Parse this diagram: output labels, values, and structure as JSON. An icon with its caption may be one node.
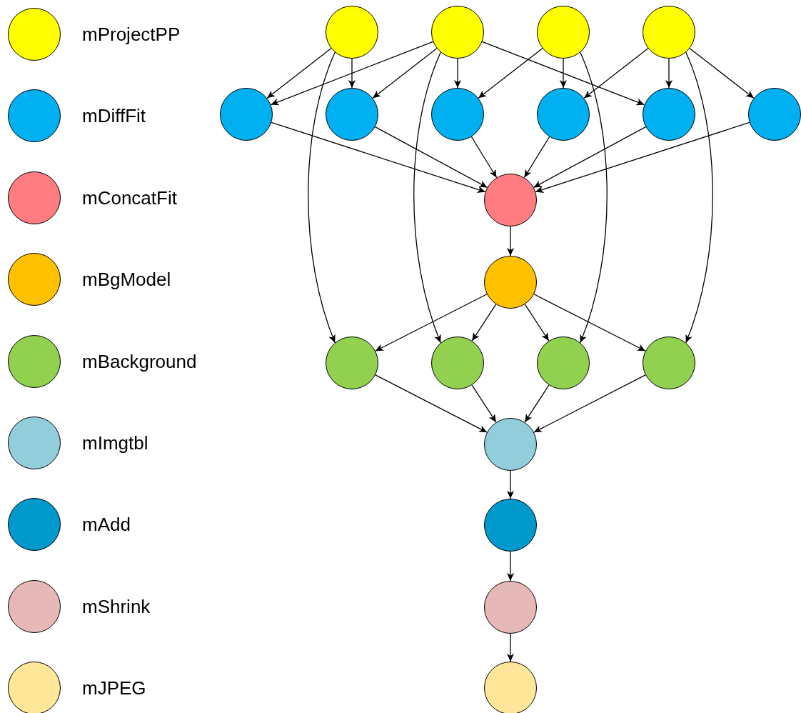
{
  "diagram": {
    "nodes": [
      {
        "text": [],
        "shape": "circle"
      },
      {
        "text": [],
        "shape": "circle"
      },
      {
        "text": [],
        "shape": "circle"
      },
      {
        "text": [],
        "shape": "circle"
      },
      {
        "text": [],
        "shape": "circle"
      },
      {
        "text": [],
        "shape": "circle"
      },
      {
        "text": [],
        "shape": "circle"
      },
      {
        "text": [],
        "shape": "circle"
      },
      {
        "text": [],
        "shape": "circle"
      },
      {
        "text": [],
        "shape": "circle"
      },
      {
        "text": [],
        "shape": "circle"
      },
      {
        "text": [],
        "shape": "circle"
      },
      {
        "text": [],
        "shape": "circle"
      },
      {
        "text": [],
        "shape": "circle"
      },
      {
        "text": [],
        "shape": "circle"
      },
      {
        "text": [],
        "shape": "circle"
      },
      {
        "text": [],
        "shape": "circle"
      },
      {
        "text": [],
        "shape": "circle"
      },
      {
        "text": [],
        "shape": "circle"
      },
      {
        "text": [],
        "shape": "circle"
      }
    ],
    "edges": [
      {
        "from": 0,
        "to": 4,
        "arrow": "to"
      },
      {
        "from": 0,
        "to": 5,
        "arrow": "to"
      },
      {
        "from": 1,
        "to": 4,
        "arrow": "to"
      },
      {
        "from": 1,
        "to": 5,
        "arrow": "to"
      },
      {
        "from": 1,
        "to": 6,
        "arrow": "to"
      },
      {
        "from": 1,
        "to": 8,
        "arrow": "to"
      },
      {
        "from": 2,
        "to": 6,
        "arrow": "to"
      },
      {
        "from": 2,
        "to": 7,
        "arrow": "to"
      },
      {
        "from": 3,
        "to": 7,
        "arrow": "to"
      },
      {
        "from": 3,
        "to": 8,
        "arrow": "to"
      },
      {
        "from": 3,
        "to": 9,
        "arrow": "to"
      },
      {
        "from": 0,
        "to": 12,
        "arrow": "to"
      },
      {
        "from": 1,
        "to": 13,
        "arrow": "to"
      },
      {
        "from": 2,
        "to": 14,
        "arrow": "to"
      },
      {
        "from": 3,
        "to": 15,
        "arrow": "to"
      },
      {
        "from": 4,
        "to": 10,
        "arrow": "to"
      },
      {
        "from": 5,
        "to": 10,
        "arrow": "to"
      },
      {
        "from": 6,
        "to": 10,
        "arrow": "to"
      },
      {
        "from": 7,
        "to": 10,
        "arrow": "to"
      },
      {
        "from": 8,
        "to": 10,
        "arrow": "to"
      },
      {
        "from": 9,
        "to": 10,
        "arrow": "to"
      },
      {
        "from": 10,
        "to": 11,
        "arrow": "to"
      },
      {
        "from": 11,
        "to": 12,
        "arrow": "to"
      },
      {
        "from": 11,
        "to": 13,
        "arrow": "to"
      },
      {
        "from": 11,
        "to": 14,
        "arrow": "to"
      },
      {
        "from": 11,
        "to": 15,
        "arrow": "to"
      },
      {
        "from": 12,
        "to": 16,
        "arrow": "to"
      },
      {
        "from": 13,
        "to": 16,
        "arrow": "to"
      },
      {
        "from": 14,
        "to": 16,
        "arrow": "to"
      },
      {
        "from": 15,
        "to": 16,
        "arrow": "to"
      },
      {
        "from": 16,
        "to": 17,
        "arrow": "to"
      },
      {
        "from": 17,
        "to": 18,
        "arrow": "to"
      },
      {
        "from": 18,
        "to": 19,
        "arrow": "to"
      }
    ],
    "legend": [
      {
        "text": "mProjectPP",
        "color": "#ffff00"
      },
      {
        "text": "mDiffFit",
        "color": "#00b0f0"
      },
      {
        "text": "mConcatFit",
        "color": "#ff7c80"
      },
      {
        "text": "mBgModel",
        "color": "#ffc000"
      },
      {
        "text": "mBackground",
        "color": "#92d050"
      },
      {
        "text": "mImgtbl",
        "color": "#92cddc"
      },
      {
        "text": "mAdd",
        "color": "#0099cc"
      },
      {
        "text": "mShrink",
        "color": "#e6b9b8"
      },
      {
        "text": "mJPEG",
        "color": "#ffe699"
      }
    ]
  }
}
